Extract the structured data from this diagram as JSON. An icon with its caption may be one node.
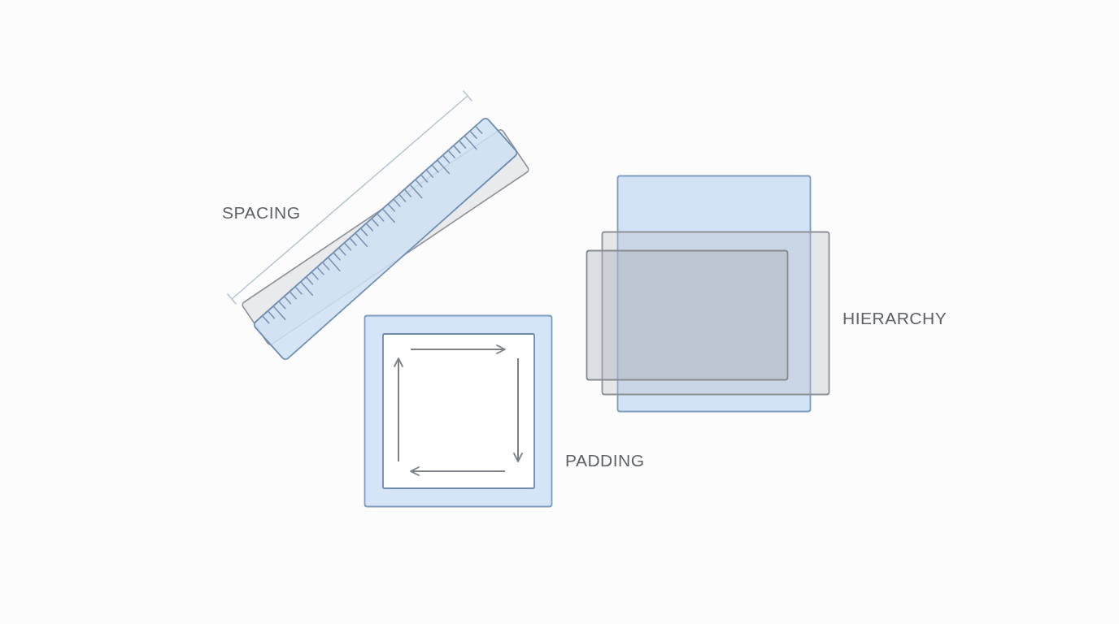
{
  "diagram": {
    "labels": [
      "SPACING",
      "HIERARCHY",
      "PADDING"
    ]
  }
}
